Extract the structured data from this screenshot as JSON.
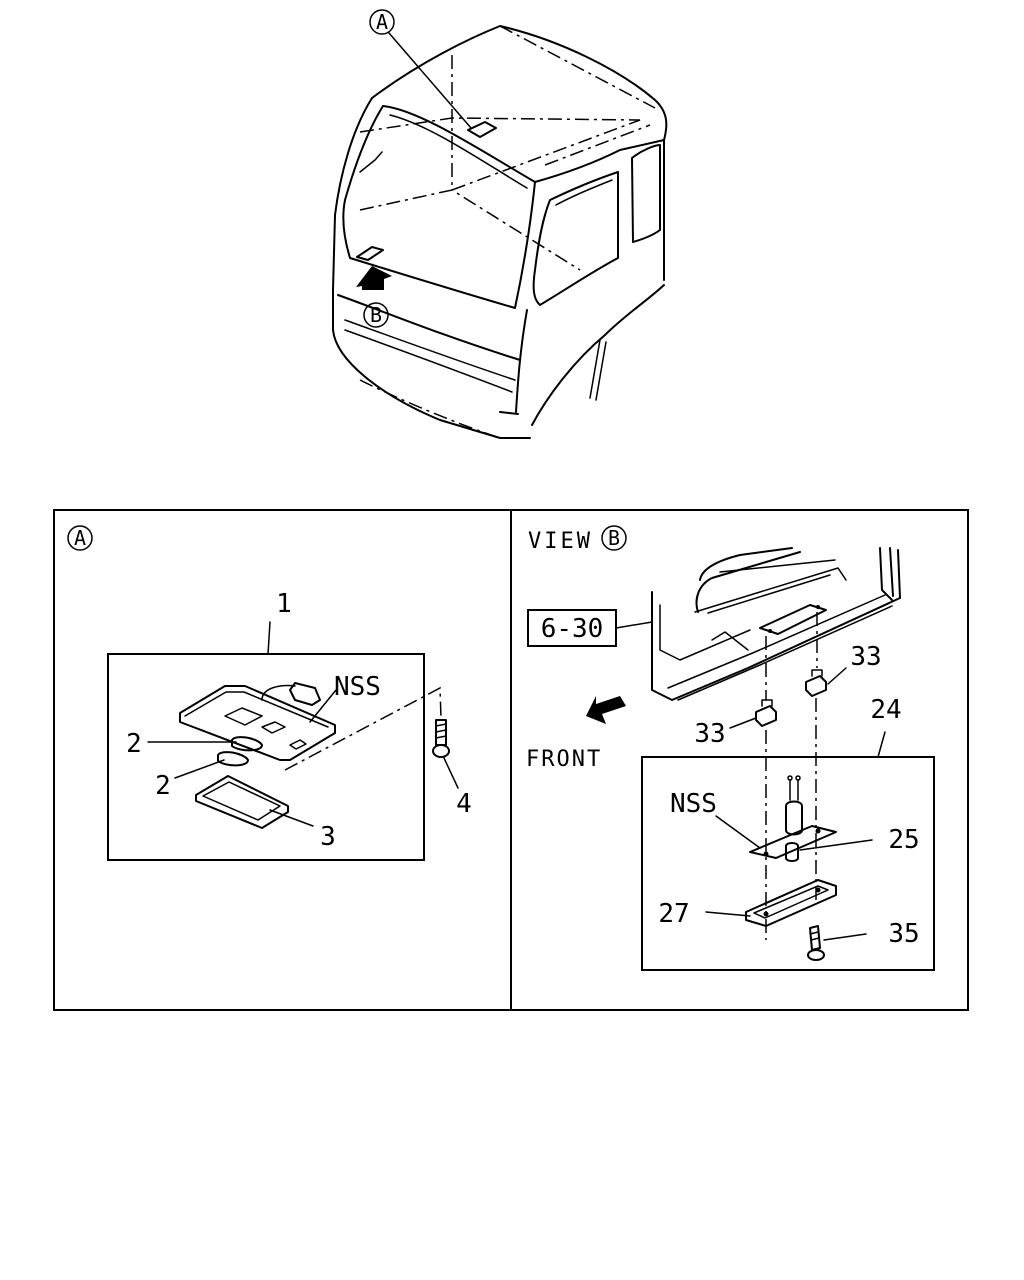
{
  "cab_view": {
    "callout_a": "A",
    "callout_b": "B"
  },
  "panel_a": {
    "header_letter": "A",
    "labels": {
      "part_1": "1",
      "part_2_upper": "2",
      "part_2_lower": "2",
      "part_3": "3",
      "part_4": "4",
      "nss": "NSS"
    }
  },
  "panel_b": {
    "view_text": "VIEW",
    "header_letter": "B",
    "ref_box": "6-30",
    "front_text": "FRONT",
    "labels": {
      "part_24": "24",
      "part_25": "25",
      "part_27": "27",
      "part_33_left": "33",
      "part_33_right": "33",
      "part_35": "35",
      "nss": "NSS"
    }
  },
  "icons": [
    "circled-letter-icon",
    "front-arrow-icon",
    "view-arrow-icon"
  ]
}
